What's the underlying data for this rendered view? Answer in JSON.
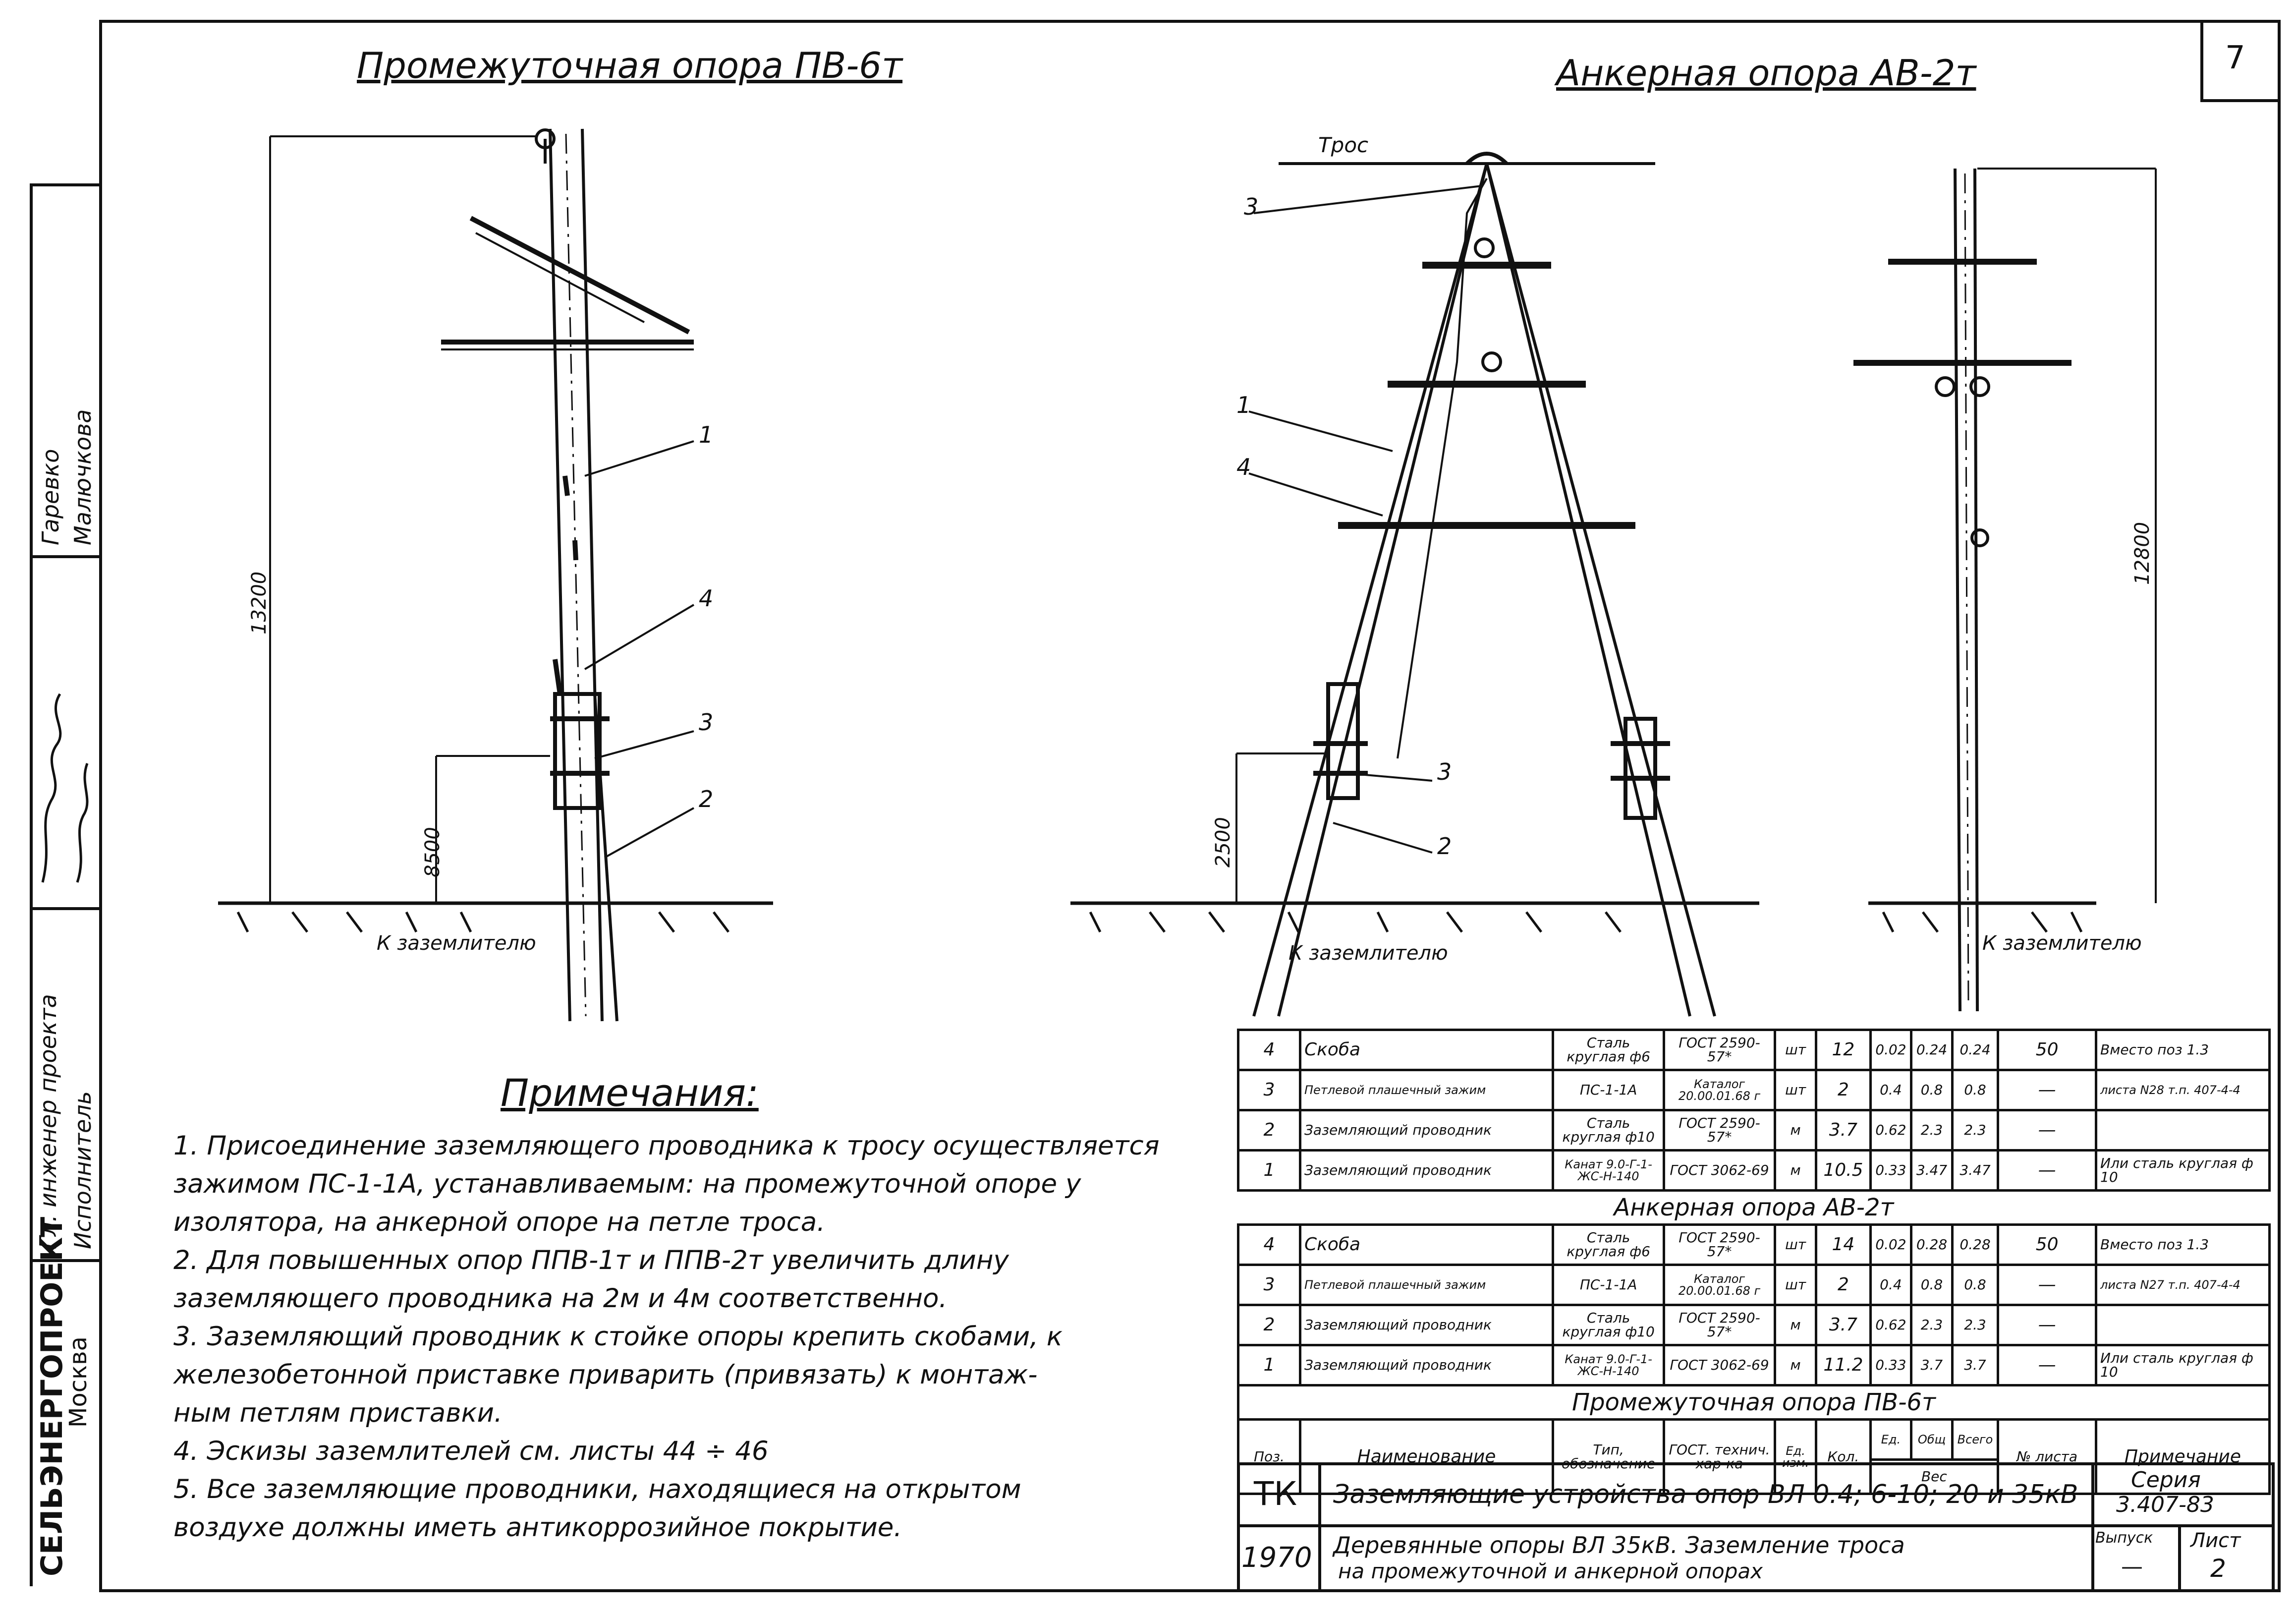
{
  "sheet_number": "7",
  "left_drawing": {
    "title": "Промежуточная опора ПВ-6т",
    "dim_total": "13200",
    "dim_lower": "8500",
    "ground_label": "К заземлителю",
    "callouts": [
      "1",
      "4",
      "3",
      "2"
    ]
  },
  "middle_drawing": {
    "title": "Анкерная опора АВ-2т",
    "cable_label": "Трос",
    "dim_lower": "2500",
    "ground_label": "К заземлителю",
    "callouts": [
      "3",
      "1",
      "4",
      "3",
      "2"
    ]
  },
  "right_drawing": {
    "dim_total": "12800",
    "ground_label": "К заземлителю"
  },
  "left_strip": {
    "org": "СЕЛЬЭНЕРГОПРОЕКТ",
    "city": "Москва",
    "role1": "Гл. инженер проекта",
    "role2": "Исполнитель",
    "name1": "Гаревко",
    "name2": "Малючкова"
  },
  "notes": {
    "title": "Примечания:",
    "lines": [
      "1. Присоединение заземляющего проводника к тросу осуществляется",
      "зажимом ПС-1-1А, устанавливаемым: на промежуточной опоре у",
      "изолятора, на анкерной опоре на петле троса.",
      "2. Для повышенных опор ППВ-1т и ППВ-2т увеличить длину",
      "заземляющего проводника на 2м и 4м соответственно.",
      "3. Заземляющий проводник к стойке опоры крепить скобами, к",
      "железобетонной приставке приварить (привязать) к монтаж-",
      "ным петлям приставки.",
      "4. Эскизы заземлителей см. листы 44 ÷ 46",
      "5. Все заземляющие проводники, находящиеся на открытом",
      "воздухе должны иметь антикоррозийное покрытие."
    ]
  },
  "spec_table": {
    "anchor_rows": [
      {
        "pos": "4",
        "name": "Скоба",
        "type": "Сталь круглая ф6",
        "gost": "ГОСТ 2590-57*",
        "unit": "шт",
        "qty": "12",
        "w_unit": "0.02",
        "w_total": "0.24",
        "w_all": "0.24",
        "sheet": "50",
        "note": "Вместо поз 1.3"
      },
      {
        "pos": "3",
        "name": "Петлевой плашечный зажим",
        "type": "ПС-1-1А",
        "gost": "Каталог 20.00.01.68 г",
        "unit": "шт",
        "qty": "2",
        "w_unit": "0.4",
        "w_total": "0.8",
        "w_all": "0.8",
        "sheet": "—",
        "note": "листа N28 т.п. 407-4-4"
      },
      {
        "pos": "2",
        "name": "Заземляющий проводник",
        "type": "Сталь круглая ф10",
        "gost": "ГОСТ 2590-57*",
        "unit": "м",
        "qty": "3.7",
        "w_unit": "0.62",
        "w_total": "2.3",
        "w_all": "2.3",
        "sheet": "—",
        "note": ""
      },
      {
        "pos": "1",
        "name": "Заземляющий проводник",
        "type": "Канат 9.0-Г-1-ЖС-Н-140",
        "gost": "ГОСТ 3062-69",
        "unit": "м",
        "qty": "10.5",
        "w_unit": "0.33",
        "w_total": "3.47",
        "w_all": "3.47",
        "sheet": "—",
        "note": "Или сталь круглая ф 10"
      }
    ],
    "anchor_caption": "Анкерная опора АВ-2т",
    "inter_rows": [
      {
        "pos": "4",
        "name": "Скоба",
        "type": "Сталь круглая ф6",
        "gost": "ГОСТ 2590-57*",
        "unit": "шт",
        "qty": "14",
        "w_unit": "0.02",
        "w_total": "0.28",
        "w_all": "0.28",
        "sheet": "50",
        "note": "Вместо поз 1.3"
      },
      {
        "pos": "3",
        "name": "Петлевой плашечный зажим",
        "type": "ПС-1-1А",
        "gost": "Каталог 20.00.01.68 г",
        "unit": "шт",
        "qty": "2",
        "w_unit": "0.4",
        "w_total": "0.8",
        "w_all": "0.8",
        "sheet": "—",
        "note": "листа N27 т.п. 407-4-4"
      },
      {
        "pos": "2",
        "name": "Заземляющий проводник",
        "type": "Сталь круглая ф10",
        "gost": "ГОСТ 2590-57*",
        "unit": "м",
        "qty": "3.7",
        "w_unit": "0.62",
        "w_total": "2.3",
        "w_all": "2.3",
        "sheet": "—",
        "note": ""
      },
      {
        "pos": "1",
        "name": "Заземляющий проводник",
        "type": "Канат 9.0-Г-1-ЖС-Н-140",
        "gost": "ГОСТ 3062-69",
        "unit": "м",
        "qty": "11.2",
        "w_unit": "0.33",
        "w_total": "3.7",
        "w_all": "3.7",
        "sheet": "—",
        "note": "Или сталь круглая ф 10"
      }
    ],
    "inter_caption": "Промежуточная опора ПВ-6т",
    "headers": {
      "pos": "Поз.",
      "name": "Наименование",
      "type": "Тип, обозначение",
      "gost": "ГОСТ. технич. хар-ка",
      "unit": "Ед. изм.",
      "qty": "Кол.",
      "w_unit": "Ед.",
      "w_total": "Общ",
      "w_all": "Всего",
      "weight": "Вес",
      "sheet": "№ листа",
      "note": "Примечание"
    }
  },
  "title_block": {
    "code": "ТК",
    "year": "1970",
    "title1": "Заземляющие устройства опор ВЛ 0.4; 6-10; 20 и 35кВ",
    "title2a": "Деревянные опоры ВЛ 35кВ. Заземление троса",
    "title2b": "на промежуточной и анкерной опорах",
    "series_label": "Серия",
    "series_value": "3.407-83",
    "issue_label": "Выпуск",
    "issue_value": "—",
    "sheet_label": "Лист",
    "sheet_value": "2"
  }
}
